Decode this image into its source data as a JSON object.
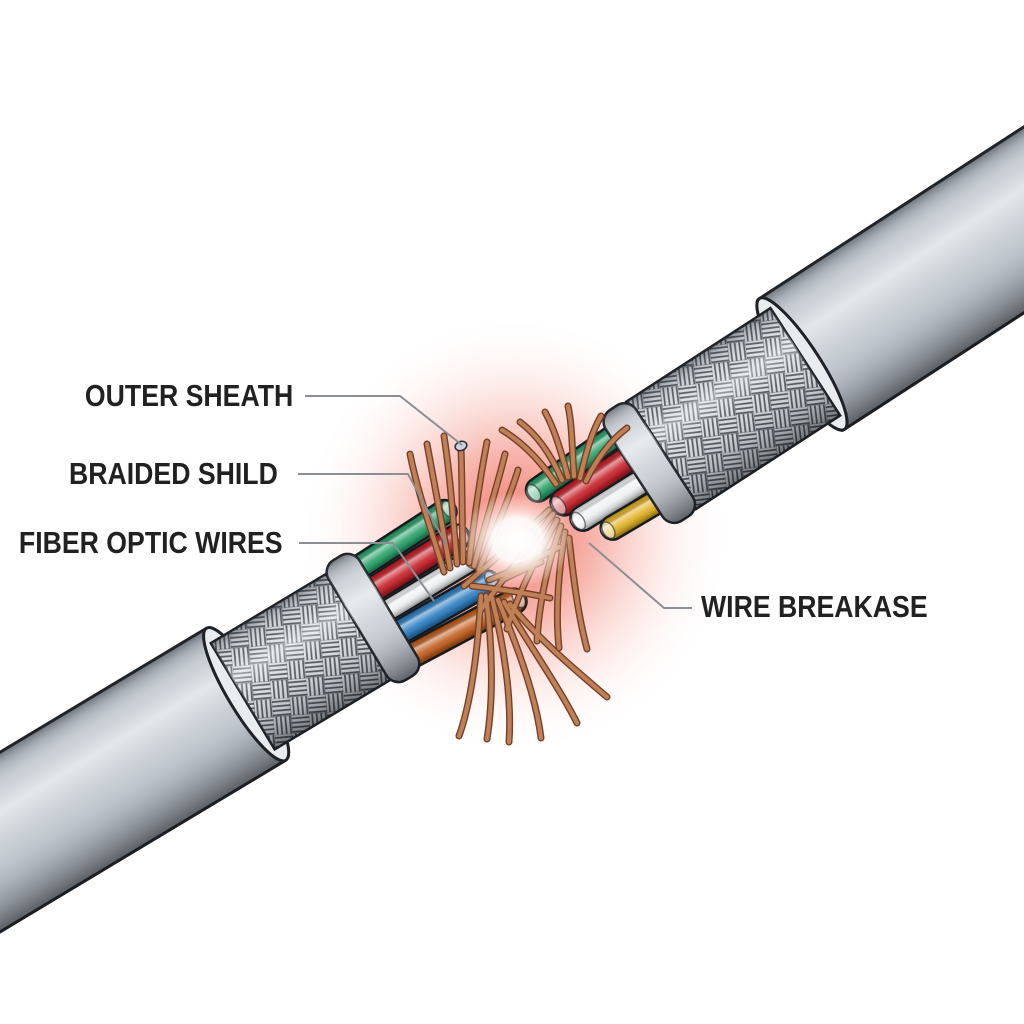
{
  "scene": {
    "description": "Illustration of a severed shielded cable: two cable ends with outer sheath, braided shield, collar ring and colored inner wires, frayed copper strands and a glowing red-white break point in the middle",
    "background": "#ffffff"
  },
  "labels": {
    "outer_sheath": "OUTER SHEATH",
    "braided_shield": "BRAIDED SHILD",
    "fiber_optic_wires": "FIBER OPTIC WIRES",
    "wire_breakage": "WIRE BREAKASE"
  },
  "cables": {
    "left": {
      "wire_colors": [
        "green",
        "red",
        "white",
        "blue",
        "orange"
      ]
    },
    "right": {
      "wire_colors": [
        "green",
        "red",
        "white",
        "yellow"
      ]
    }
  },
  "colors": {
    "background": "#ffffff",
    "sheath": "#c4cbd2",
    "sheath_rim": "#e8ecef",
    "collar": "#ccd2d8",
    "braid_bg": "#d7dbde",
    "braid_line": "#464c54",
    "outline": "#1e2227",
    "wire_green": "#2aa36b",
    "wire_red": "#c8232b",
    "wire_white": "#edeff1",
    "wire_blue": "#2f80c3",
    "wire_orange": "#c35f1f",
    "wire_yellow": "#e2b325",
    "copper": "#c08055",
    "copper_dark": "#74402a",
    "copper_light": "#ecc49a",
    "glow_red": "#ec5848",
    "label": "#212121",
    "leader": "#8b8f93"
  }
}
